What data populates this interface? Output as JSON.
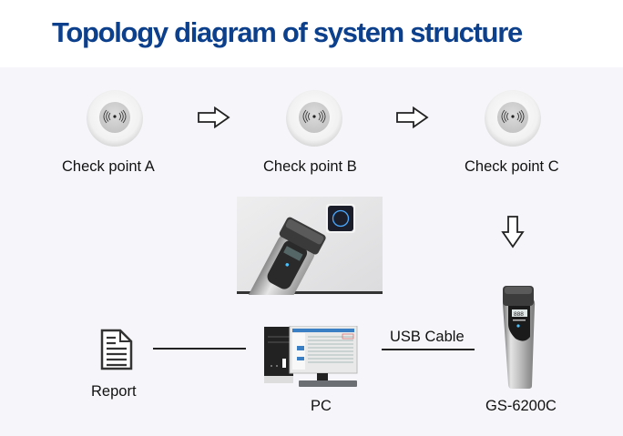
{
  "title": "Topology diagram of system structure",
  "colors": {
    "title": "#0c3f8c",
    "background": "#f6f6fa",
    "header_background": "#ffffff",
    "text": "#111111"
  },
  "checkpoints": [
    {
      "label": "Check point A",
      "icon": "rfid-signal-icon"
    },
    {
      "label": "Check point B",
      "icon": "rfid-signal-icon"
    },
    {
      "label": "Check point C",
      "icon": "rfid-signal-icon"
    }
  ],
  "arrows": [
    {
      "from": "Check point A",
      "to": "Check point B",
      "direction": "right"
    },
    {
      "from": "Check point B",
      "to": "Check point C",
      "direction": "right"
    },
    {
      "from": "Check point C",
      "to": "GS-6200C",
      "direction": "down"
    }
  ],
  "photo": {
    "description": "reader-scanning-checkpoint-photo"
  },
  "nodes": {
    "report": {
      "label": "Report",
      "icon": "document-icon"
    },
    "pc": {
      "label": "PC",
      "icon": "desktop-computer-icon"
    },
    "device": {
      "label": "GS-6200C",
      "icon": "handheld-reader-icon"
    }
  },
  "connections": [
    {
      "from": "Report",
      "to": "PC",
      "label": ""
    },
    {
      "from": "PC",
      "to": "GS-6200C",
      "label": "USB Cable"
    }
  ]
}
